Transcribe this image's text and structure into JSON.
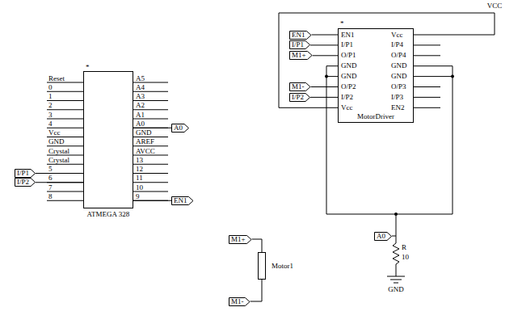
{
  "diagram": {
    "nodes": [
      {
        "text": [
          "ATMEGA 328"
        ]
      },
      {
        "text": [
          "I/P1"
        ]
      },
      {
        "text": [
          "I/P2"
        ]
      },
      {
        "text": [
          "A0"
        ]
      },
      {
        "text": [
          "EN1"
        ]
      },
      {
        "text": [
          "MotorDriver"
        ]
      },
      {
        "text": [
          "EN1"
        ]
      },
      {
        "text": [
          "I/P1"
        ]
      },
      {
        "text": [
          "M1+"
        ]
      },
      {
        "text": [
          "M1-"
        ]
      },
      {
        "text": [
          "I/P2"
        ]
      },
      {
        "text": [
          "Motor1"
        ]
      },
      {
        "text": [
          "M1+"
        ]
      },
      {
        "text": [
          "M1-"
        ]
      },
      {
        "text": [
          "A0"
        ]
      },
      {
        "text": [
          "R",
          "10"
        ]
      }
    ],
    "edges": [
      {
        "from": 1,
        "to": 0,
        "arrow": "none"
      },
      {
        "from": 2,
        "to": 0,
        "arrow": "none"
      },
      {
        "from": 0,
        "to": 3,
        "arrow": "none"
      },
      {
        "from": 0,
        "to": 4,
        "arrow": "none"
      },
      {
        "from": 6,
        "to": 5,
        "arrow": "none"
      },
      {
        "from": 7,
        "to": 5,
        "arrow": "none"
      },
      {
        "from": 8,
        "to": 5,
        "arrow": "none"
      },
      {
        "from": 9,
        "to": 5,
        "arrow": "none"
      },
      {
        "from": 10,
        "to": 5,
        "arrow": "none"
      },
      {
        "from": 12,
        "to": 11,
        "arrow": "none"
      },
      {
        "from": 13,
        "to": 11,
        "arrow": "none"
      }
    ],
    "labels": [
      "*",
      "Reset",
      "0",
      "1",
      "2",
      "3",
      "4",
      "Vcc",
      "GND",
      "Crystal",
      "Crystal",
      "5",
      "6",
      "7",
      "8",
      "A5",
      "A4",
      "A3",
      "A2",
      "A1",
      "A0",
      "GND",
      "AREF",
      "AVCC",
      "13",
      "12",
      "11",
      "10",
      "9",
      "*",
      "EN1",
      "I/P1",
      "O/P1",
      "GND",
      "GND",
      "O/P2",
      "I/P2",
      "Vcc",
      "Vcc",
      "I/P4",
      "O/P4",
      "GND",
      "GND",
      "O/P3",
      "I/P3",
      "EN2",
      "VCC",
      "GND"
    ]
  }
}
